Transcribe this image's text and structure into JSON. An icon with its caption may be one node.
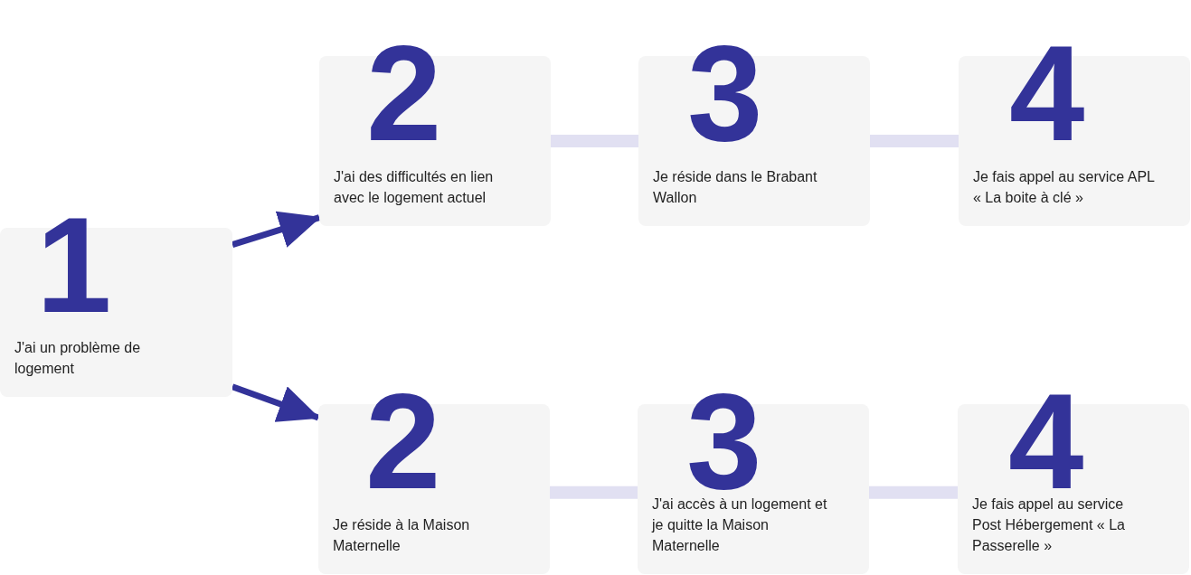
{
  "diagram": {
    "nodes": [
      {
        "text": [
          "1",
          "J'ai un problème de logement"
        ]
      },
      {
        "text": [
          "2",
          "J'ai des difficultés en lien avec le logement actuel"
        ]
      },
      {
        "text": [
          "3",
          "Je réside dans le Brabant Wallon"
        ]
      },
      {
        "text": [
          "4",
          "Je fais appel au service APL «  La boite à clé »"
        ]
      },
      {
        "text": [
          "2",
          "Je réside à la Maison Maternelle"
        ]
      },
      {
        "text": [
          "3",
          "J'ai accès à un logement et je quitte la Maison Maternelle"
        ]
      },
      {
        "text": [
          "4",
          "Je fais appel au service Post Hébergement  «  La Passerelle »"
        ]
      }
    ],
    "edges": [
      {
        "from": 0,
        "to": 1,
        "arrow": "to",
        "color": "#333399"
      },
      {
        "from": 0,
        "to": 4,
        "arrow": "to",
        "color": "#333399"
      },
      {
        "from": 1,
        "to": 2,
        "arrow": "none"
      },
      {
        "from": 2,
        "to": 3,
        "arrow": "none"
      },
      {
        "from": 4,
        "to": 5,
        "arrow": "none"
      },
      {
        "from": 5,
        "to": 6,
        "arrow": "none"
      }
    ]
  }
}
